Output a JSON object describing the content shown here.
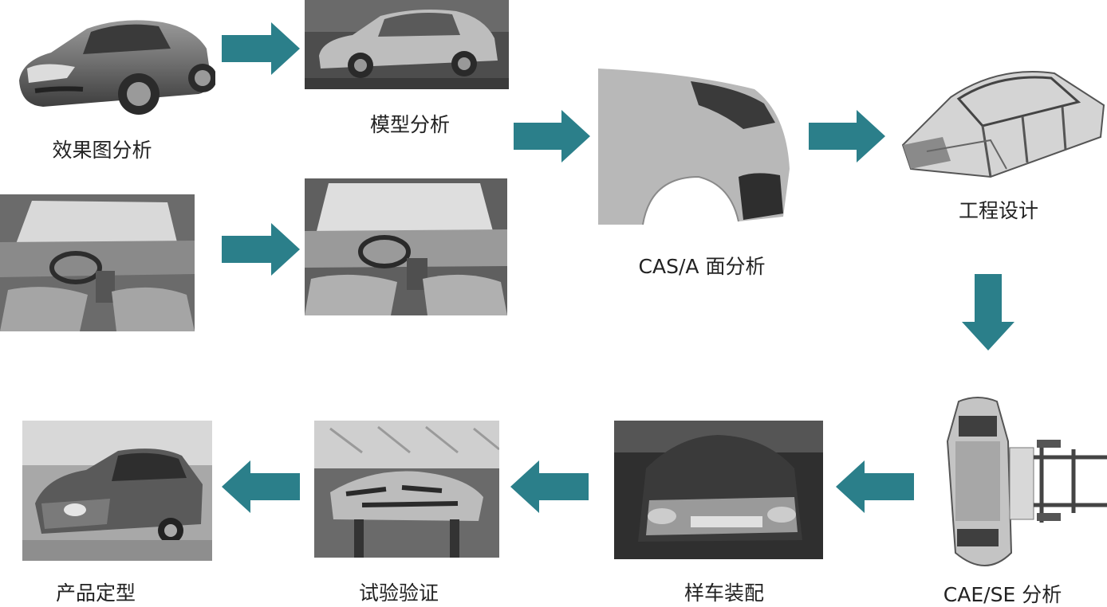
{
  "colors": {
    "arrow": "#2b7f8a",
    "photo_dark": "#4a4a4a",
    "photo_mid": "#8a8a8a",
    "photo_light": "#cfcfcf"
  },
  "nodes": {
    "rendering_analysis": {
      "label": "效果图分析"
    },
    "model_analysis": {
      "label": "模型分析"
    },
    "cas_analysis": {
      "label": "CAS/A 面分析"
    },
    "engineering_design": {
      "label": "工程设计"
    },
    "cae_analysis": {
      "label": "CAE/SE 分析"
    },
    "prototype_assembly": {
      "label": "样车装配"
    },
    "test_validation": {
      "label": "试验验证"
    },
    "product_finalization": {
      "label": "产品定型"
    }
  }
}
